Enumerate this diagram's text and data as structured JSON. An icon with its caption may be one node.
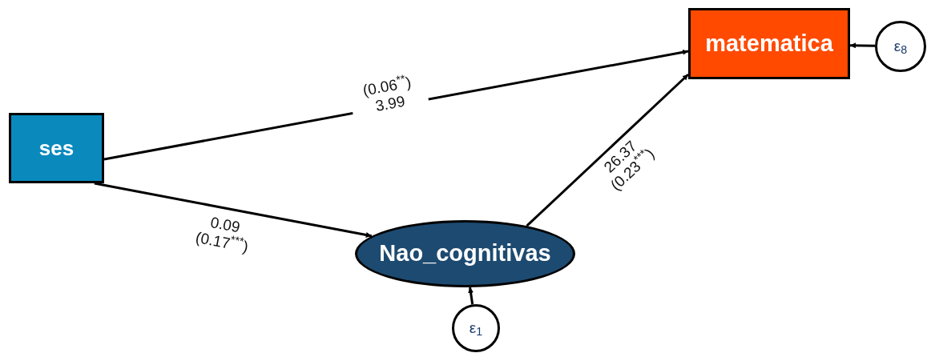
{
  "diagram": {
    "nodes": [
      {
        "text": [
          "matematica"
        ]
      },
      {
        "text": [
          "ε$_{8}$"
        ]
      },
      {
        "text": [
          "ses"
        ]
      },
      {
        "text": [
          "Nao_cognitivas"
        ]
      },
      {
        "text": [
          "ε$_{1}$"
        ]
      }
    ],
    "edges": [
      {
        "from": 2,
        "to": 0,
        "arrow": "to",
        "label": "(0.06$^{**}$) 3.99"
      },
      {
        "from": 2,
        "to": 3,
        "arrow": "to",
        "label": "0.09 (0.17$^{***}$)"
      },
      {
        "from": 3,
        "to": 0,
        "arrow": "to",
        "label": "26.37 (0.23$^{***}$)"
      },
      {
        "from": 1,
        "to": 0,
        "arrow": "to"
      },
      {
        "from": 4,
        "to": 3,
        "arrow": "to"
      }
    ]
  }
}
